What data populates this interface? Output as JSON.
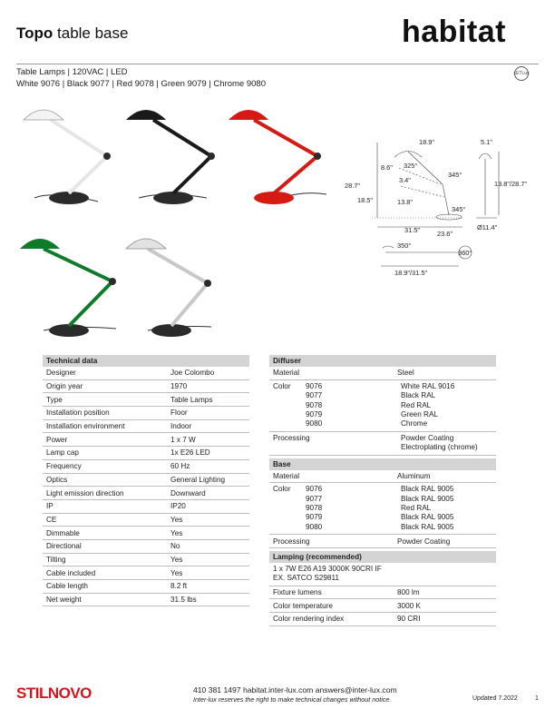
{
  "header": {
    "title_bold": "Topo",
    "title_rest": "table base",
    "brand": "habitat",
    "subtitle1": "Table Lamps | 120VAC | LED",
    "subtitle2": "White 9076 | Black 9077 | Red 9078 | Green 9079 | Chrome 9080",
    "cert": "cETLus"
  },
  "colors": {
    "white": "#f4f4f4",
    "black": "#1a1a1a",
    "red": "#d41a12",
    "green": "#0f7a2a",
    "chrome": "#c8c8c8",
    "base": "#2b2b2b",
    "brand_red": "#d4161b"
  },
  "drawing": {
    "d_189": "18.9\"",
    "d_51": "5.1\"",
    "d_86": "8.6\"",
    "d_325": "325°",
    "d_345a": "345°",
    "d_287": "28.7\"",
    "d_34": "3.4\"",
    "d_185": "18.5\"",
    "d_138": "13.8\"",
    "d_345b": "345°",
    "d_138_287": "13.8\"/28.7\"",
    "d_315": "31.5\"",
    "d_114": "Ø11.4\"",
    "d_236": "23.6\"",
    "d_350": "350°",
    "d_360": "360°",
    "d_189_315": "18.9\"/31.5\""
  },
  "technical": {
    "heading": "Technical data",
    "rows": [
      {
        "k": "Designer",
        "v": "Joe Colombo"
      },
      {
        "k": "Origin year",
        "v": "1970"
      },
      {
        "k": "Type",
        "v": "Table Lamps"
      },
      {
        "k": "Installation position",
        "v": "Floor"
      },
      {
        "k": "Installation environment",
        "v": "Indoor"
      },
      {
        "k": "Power",
        "v": "1 x 7 W"
      },
      {
        "k": "Lamp cap",
        "v": "1x E26 LED"
      },
      {
        "k": "Frequency",
        "v": "60 Hz"
      },
      {
        "k": "Optics",
        "v": "General Lighting"
      },
      {
        "k": "Light emission direction",
        "v": "Downward"
      },
      {
        "k": "IP",
        "v": "IP20"
      },
      {
        "k": "CE",
        "v": "Yes"
      },
      {
        "k": "Dimmable",
        "v": "Yes"
      },
      {
        "k": "Directional",
        "v": "No"
      },
      {
        "k": "Tilting",
        "v": "Yes"
      },
      {
        "k": "Cable included",
        "v": "Yes"
      },
      {
        "k": "Cable length",
        "v": "8.2 ft"
      },
      {
        "k": "Net weight",
        "v": "31.5 lbs"
      }
    ]
  },
  "diffuser": {
    "heading": "Diffuser",
    "material_k": "Material",
    "material_v": "Steel",
    "color_k": "Color",
    "codes": [
      "9076",
      "9077",
      "9078",
      "9079",
      "9080"
    ],
    "values": [
      "White RAL 9016",
      "Black RAL",
      "Red RAL",
      "Green RAL",
      "Chrome"
    ],
    "processing_k": "Processing",
    "processing_v1": "Powder Coating",
    "processing_v2": "Electroplating (chrome)"
  },
  "base": {
    "heading": "Base",
    "material_k": "Material",
    "material_v": "Aluminum",
    "color_k": "Color",
    "codes": [
      "9076",
      "9077",
      "9078",
      "9079",
      "9080"
    ],
    "values": [
      "Black RAL 9005",
      "Black RAL 9005",
      "Red RAL",
      "Black RAL 9005",
      "Black RAL 9005"
    ],
    "processing_k": "Processing",
    "processing_v": "Powder Coating"
  },
  "lamping": {
    "heading": "Lamping (recommended)",
    "line1": "1 x 7W E26 A19 3000K 90CRI IF",
    "line2": "EX. SATCO S29811",
    "rows": [
      {
        "k": "Fixture lumens",
        "v": "800 lm"
      },
      {
        "k": "Color temperature",
        "v": "3000 K"
      },
      {
        "k": "Color rendering index",
        "v": "90 CRI"
      }
    ]
  },
  "footer": {
    "logo": "STILNOVO",
    "contact": "410 381 1497    habitat.inter-lux.com    answers@inter-lux.com",
    "note": "Inter-lux reserves the right to make technical changes without notice.",
    "updated": "Updated 7.2022",
    "page": "1"
  }
}
